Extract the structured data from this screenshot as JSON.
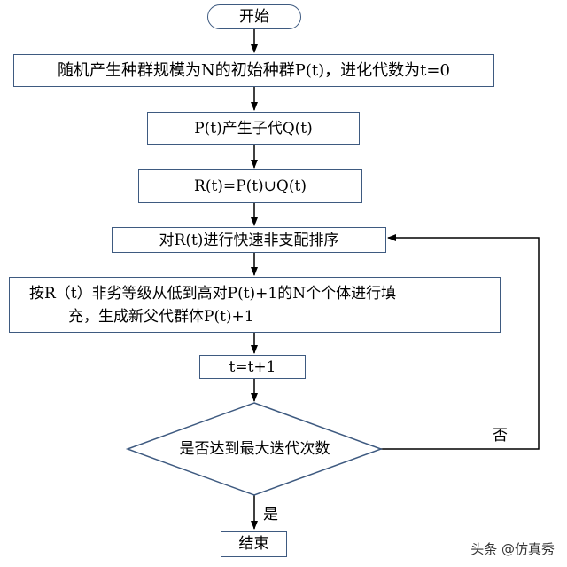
{
  "flowchart": {
    "start": "开始",
    "init": "随机产生种群规模为N的初始种群P(t)，进化代数为t=0",
    "offspring": "P(t)产生子代Q(t)",
    "merge": "R(t)=P(t)∪Q(t)",
    "sort": "对R(t)进行快速非支配排序",
    "fill_line1": "按R（t）非劣等级从低到高对P(t)+1的N个个体进行填",
    "fill_line2": "充，生成新父代群体P(t)+1",
    "increment": "t=t+1",
    "decision": "是否达到最大迭代次数",
    "no_label": "否",
    "yes_label": "是",
    "end": "结束"
  },
  "watermark": {
    "text": "头条 @仿真秀"
  },
  "colors": {
    "border": "#3e5a80",
    "line": "#000000"
  }
}
